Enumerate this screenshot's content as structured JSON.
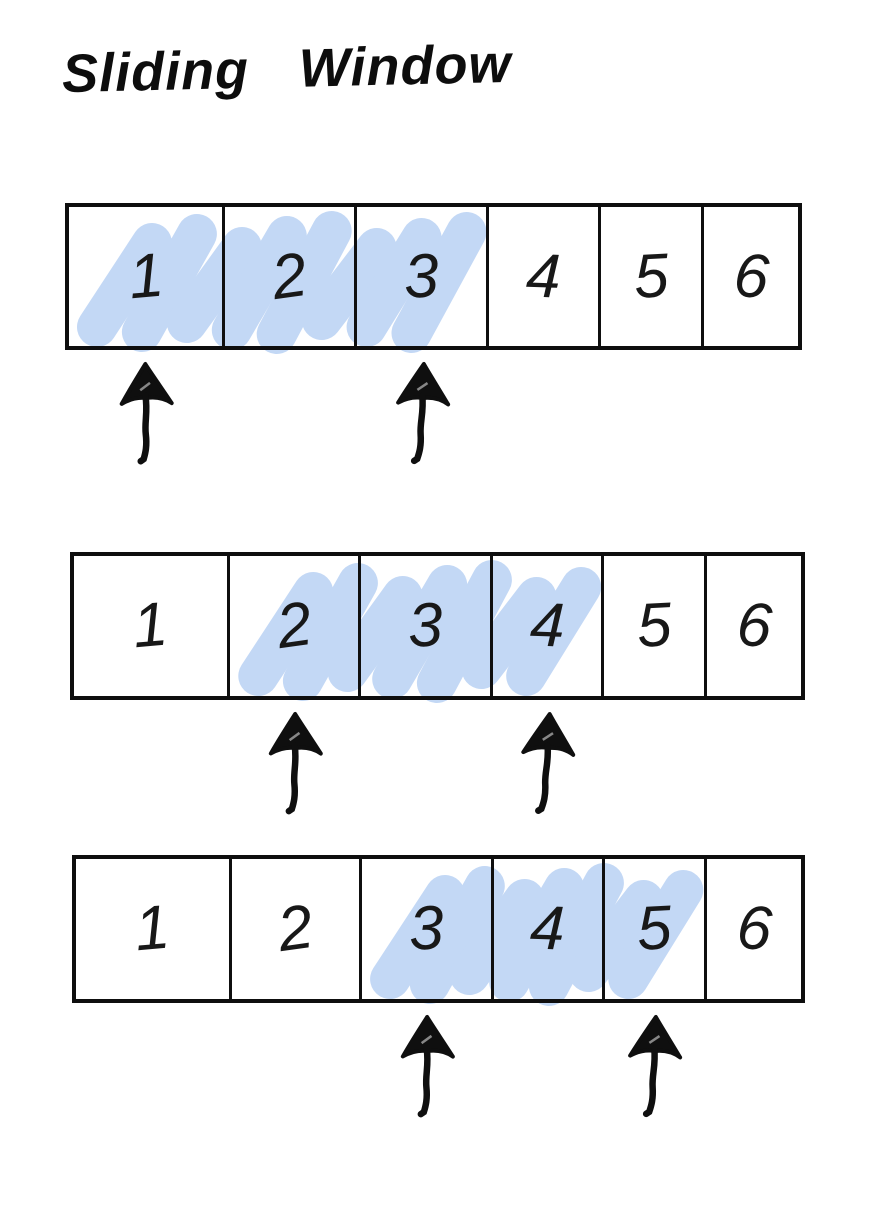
{
  "title": {
    "text": "Sliding Window"
  },
  "colors": {
    "background": "#ffffff",
    "ink": "#0f0f0f",
    "highlight": "#c3d8f5"
  },
  "diagram": {
    "window_size": 3,
    "rows": [
      {
        "cells": [
          "1",
          "2",
          "3",
          "4",
          "5",
          "6"
        ],
        "window": {
          "start_index": 0,
          "end_index": 2
        },
        "highlighted_values": [
          "1",
          "2",
          "3"
        ],
        "arrow_indices": [
          0,
          2
        ]
      },
      {
        "cells": [
          "1",
          "2",
          "3",
          "4",
          "5",
          "6"
        ],
        "window": {
          "start_index": 1,
          "end_index": 3
        },
        "highlighted_values": [
          "2",
          "3",
          "4"
        ],
        "arrow_indices": [
          1,
          3
        ]
      },
      {
        "cells": [
          "1",
          "2",
          "3",
          "4",
          "5",
          "6"
        ],
        "window": {
          "start_index": 2,
          "end_index": 4
        },
        "highlighted_values": [
          "3",
          "4",
          "5"
        ],
        "arrow_indices": [
          2,
          4
        ]
      }
    ]
  }
}
